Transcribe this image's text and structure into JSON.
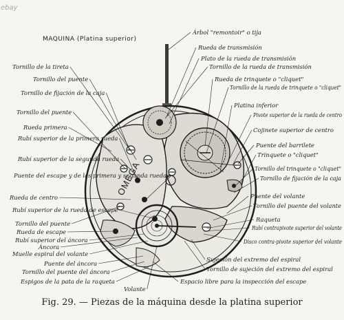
{
  "header": "MAQUINA (Platina superior)",
  "caption": "Fig. 29. — Piezas de la máquina desde la platina superior",
  "watermark": "ebay",
  "dial_brand": "OMEGA",
  "left_labels": [
    "Tornillo de la tireta",
    "Tornillo del puente",
    "Tornillo de fijación de la caja",
    "Tornillo del puente",
    "Rueda primera",
    "Rubí superior de la primera rueda",
    "Rubí superior de la segunda rueda",
    "Puente del escape y de las primera y segunda ruedas",
    "Rueda de centro",
    "Rubí superior de la rueda de escape",
    "Tornillo del puente",
    "Rueda de escape",
    "Rubí superior del áncora",
    "Áncora",
    "Muelle espiral del volante",
    "Puente del áncora",
    "Tornillo del puente del áncora",
    "Espigos de la pata de la raqueta",
    "Volante"
  ],
  "right_labels": [
    "Árbol \"remontoir\" o tija",
    "Rueda de transmisión",
    "Plato de la rueda de transmisión",
    "Tornillo de la rueda de transmisión",
    "Rueda de trinquete o \"cliquet\"",
    "Tornillo de la rueda de trinquete o \"cliquet\"",
    "Platina inferior",
    "Pivote superior de la rueda de centro",
    "Cojinete superior de centro",
    "Puente del barrilete",
    "Trinquete o \"cliquet\"",
    "Tornillo del trinquete o \"cliquet\"",
    "Tornillo de fijación de la caja",
    "Puente del volante",
    "Tornillo del puente del volante",
    "Raqueta",
    "Rubí contrapivote superior del volante",
    "Disco contra-pivote superior del volante",
    "Sujeción del extremo del espiral",
    "Tornillo de sujeción del extremo del espiral",
    "Espacio libre para la inspección del escape"
  ]
}
